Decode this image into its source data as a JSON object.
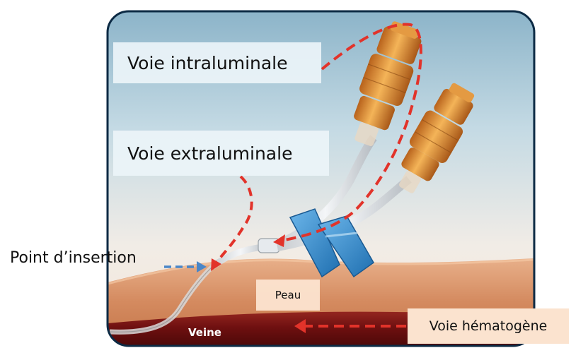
{
  "labels": {
    "intraluminal": "Voie intraluminale",
    "extraluminal": "Voie extraluminale",
    "insertion_point": "Point d’insertion",
    "skin": "Peau",
    "vein": "Veine",
    "hematogenous": "Voie hématogène"
  },
  "colors": {
    "route_arrow": "#e2332a",
    "insertion_arrow": "#4a86c8",
    "skin": "#d9956b",
    "vein": "#7a1414",
    "hub": "#e59a3c",
    "clamp": "#2e86c9",
    "frame_border": "#0c2a44"
  }
}
